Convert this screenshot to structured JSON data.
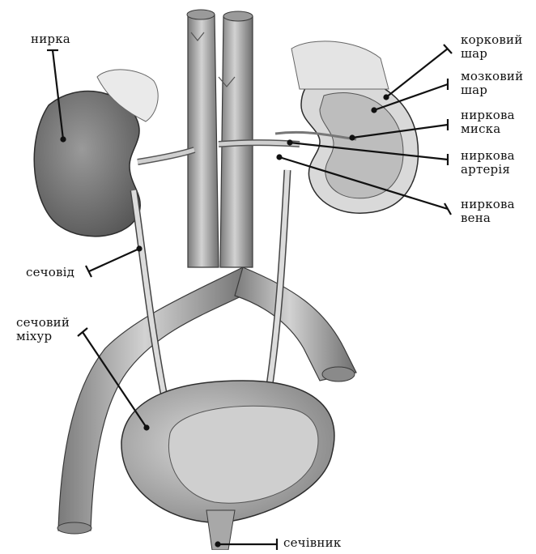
{
  "labels": {
    "kidney": "нирка",
    "cortex": "корковий\nшар",
    "medulla": "мозковий\nшар",
    "pelvis": "ниркова\nмиска",
    "artery": "ниркова\nартерія",
    "vein": "ниркова\nвена",
    "ureter": "сечовід",
    "bladder": "сечовий\nміхур",
    "urethra": "сечівник"
  },
  "colors": {
    "organ_light": "#e6e6e6",
    "organ_mid": "#b5b5b5",
    "organ_dark": "#6c6c6c",
    "outline": "#3a3a3a",
    "leader": "#111111"
  }
}
